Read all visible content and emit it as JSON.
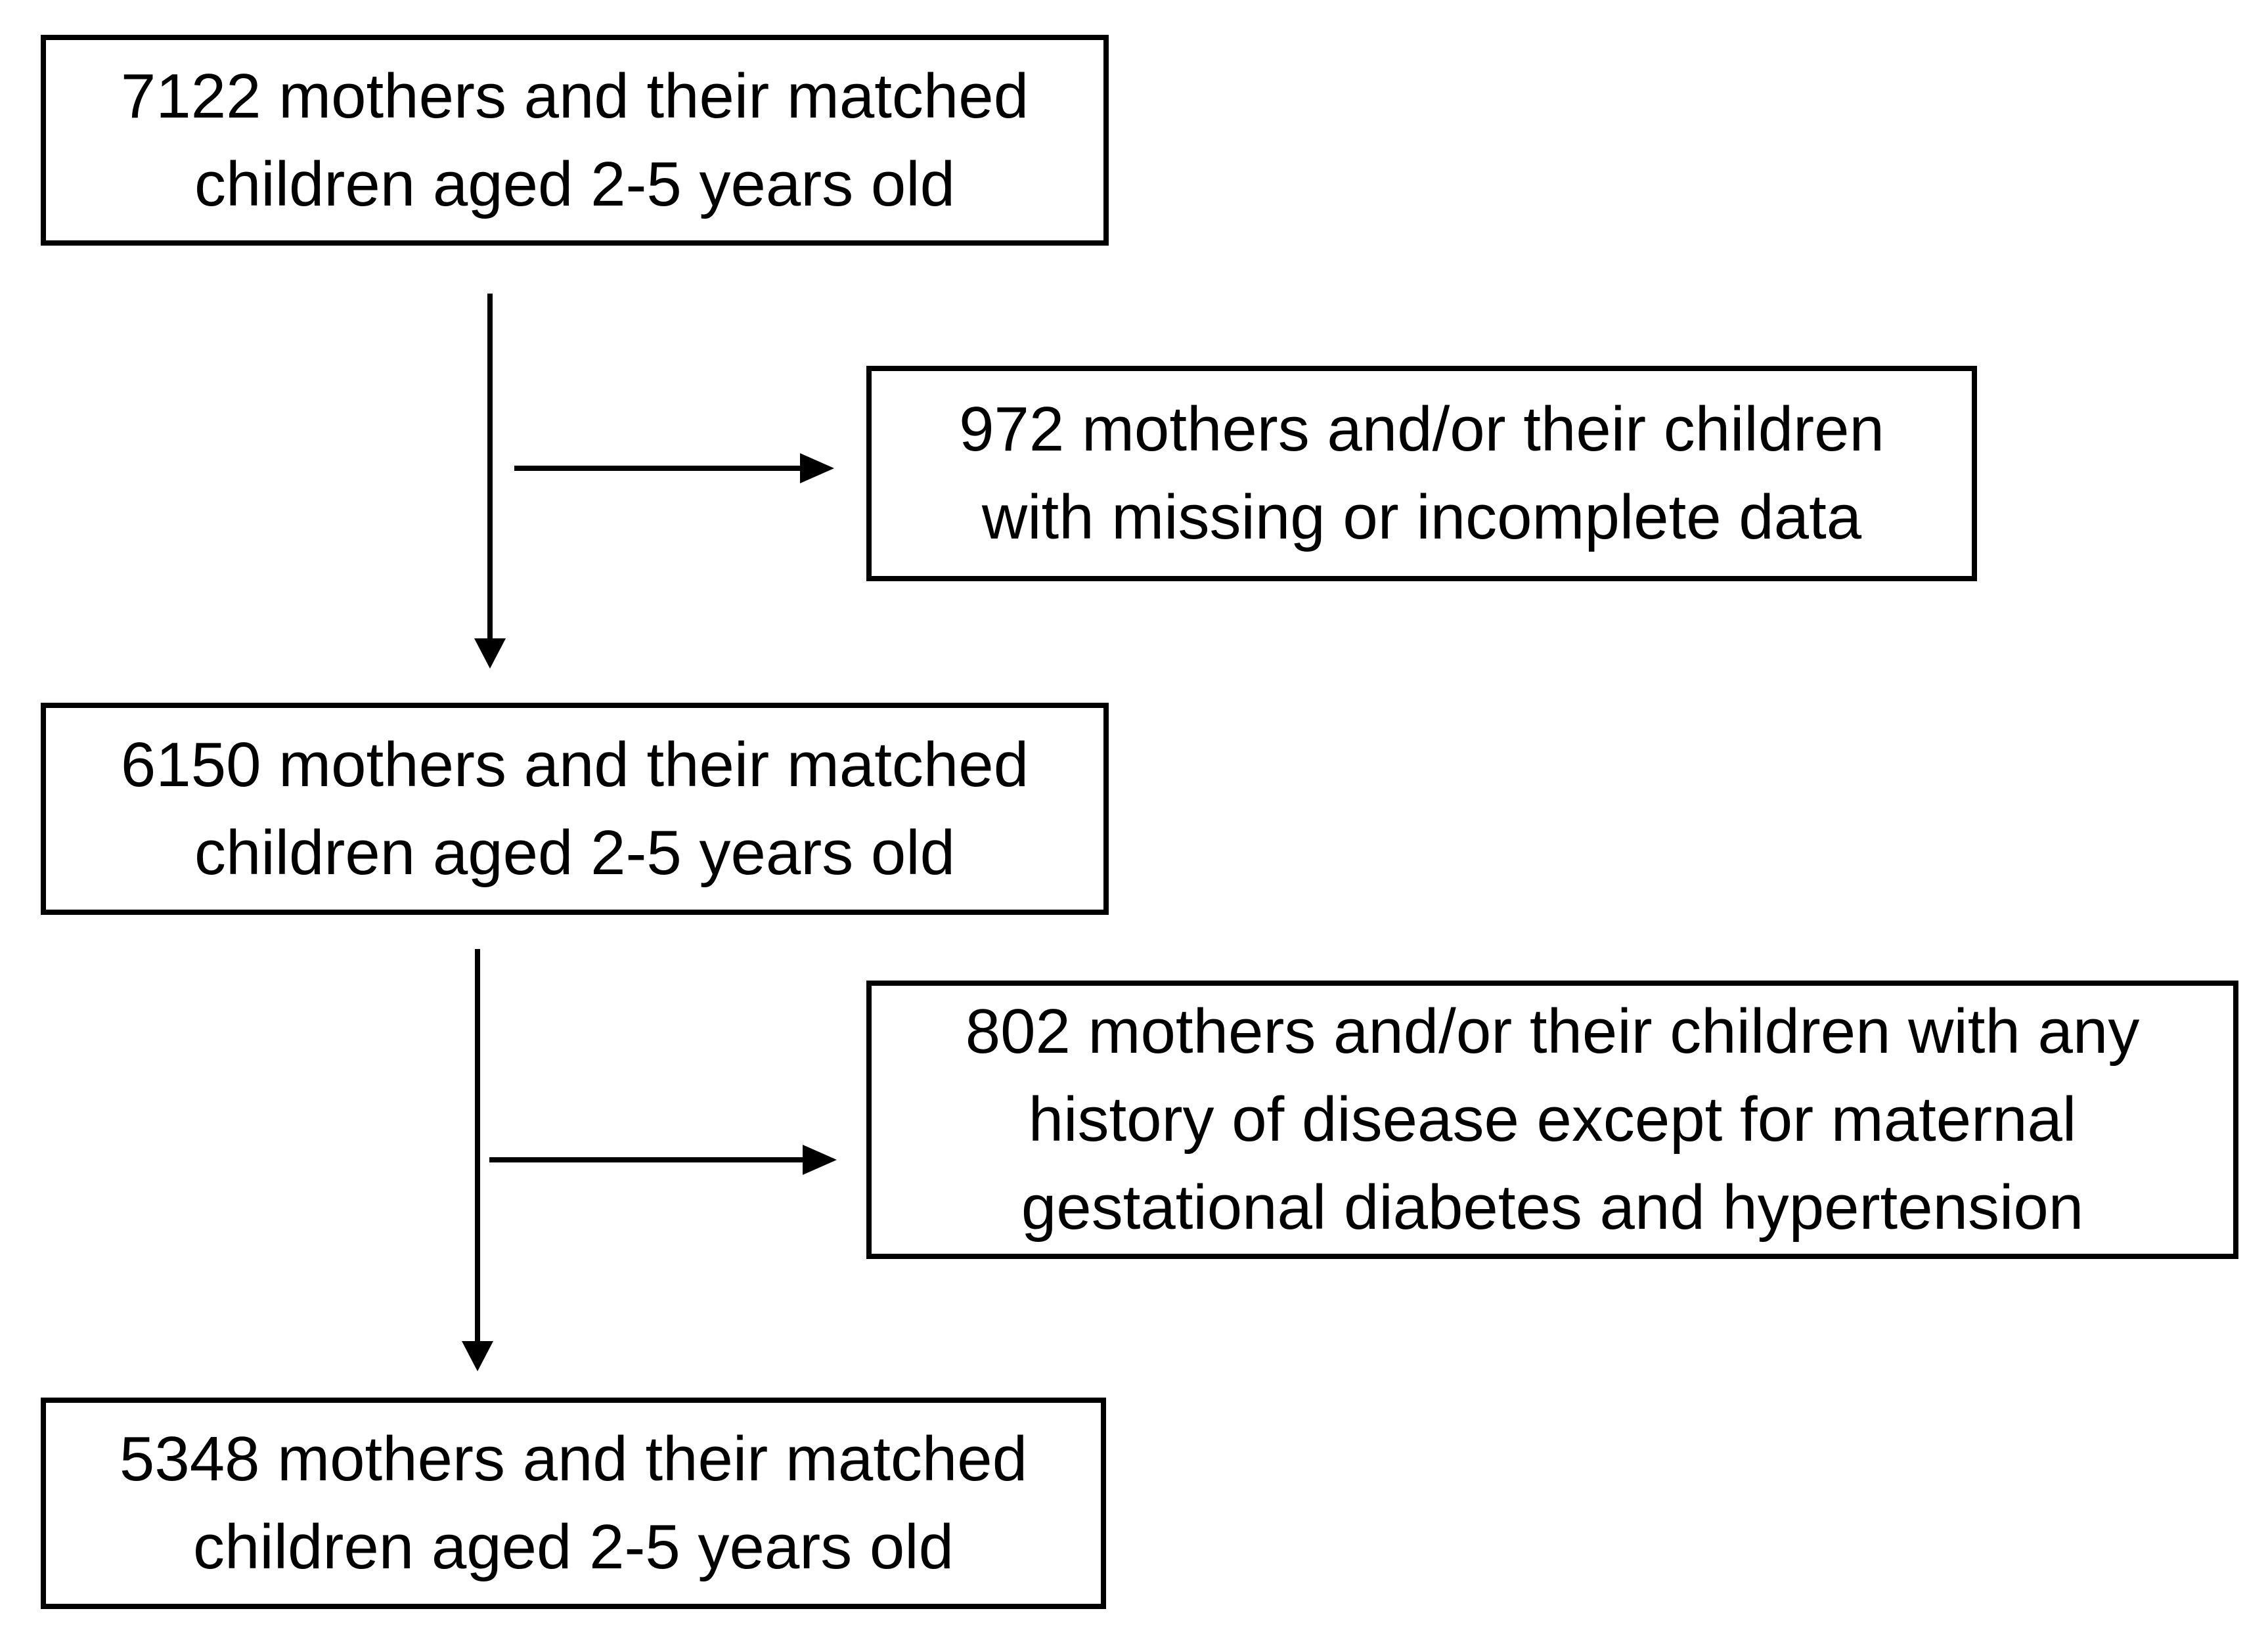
{
  "diagram": {
    "type": "participant-flowchart",
    "colors": {
      "background": "#ffffff",
      "border": "#000000",
      "text": "#000000",
      "arrow": "#000000"
    },
    "nodes": {
      "initial": {
        "count": "7122",
        "line1": "7122 mothers and their matched",
        "line2": "children aged 2-5 years old"
      },
      "excluded_missing": {
        "count": "972",
        "line1": "972 mothers and/or their children",
        "line2": "with missing or incomplete data"
      },
      "after_first_exclusion": {
        "count": "6150",
        "line1": "6150 mothers and their matched",
        "line2": "children aged 2-5 years old"
      },
      "excluded_disease": {
        "count": "802",
        "line1": "802 mothers and/or their children with any",
        "line2": "history of disease except for maternal",
        "line3": "gestational diabetes and hypertension"
      },
      "final": {
        "count": "5348",
        "line1": "5348 mothers and their matched",
        "line2": "children aged 2-5 years old"
      }
    },
    "edges": [
      {
        "from": "initial",
        "to": "after_first_exclusion",
        "style": "vertical-arrow"
      },
      {
        "from": "initial",
        "to": "excluded_missing",
        "style": "right-branch-arrow"
      },
      {
        "from": "after_first_exclusion",
        "to": "final",
        "style": "vertical-arrow"
      },
      {
        "from": "after_first_exclusion",
        "to": "excluded_disease",
        "style": "right-branch-arrow"
      }
    ]
  }
}
